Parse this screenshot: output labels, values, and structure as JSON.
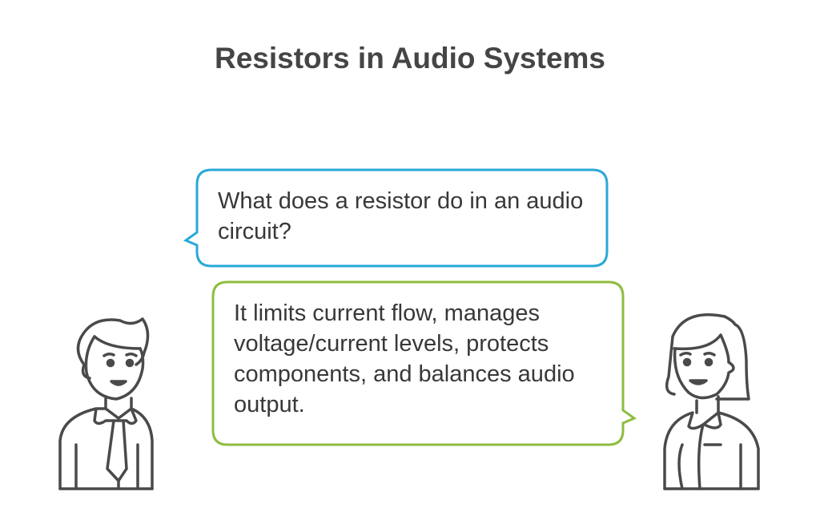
{
  "title": "Resistors in Audio Systems",
  "question": "What does a resistor do in an audio circuit?",
  "answer": "It limits current flow, manages voltage/current levels, protects components, and balances audio output.",
  "colors": {
    "question_border": "#2aa8d8",
    "answer_border": "#8dbd3f",
    "figure_stroke": "#4a4a4a"
  }
}
